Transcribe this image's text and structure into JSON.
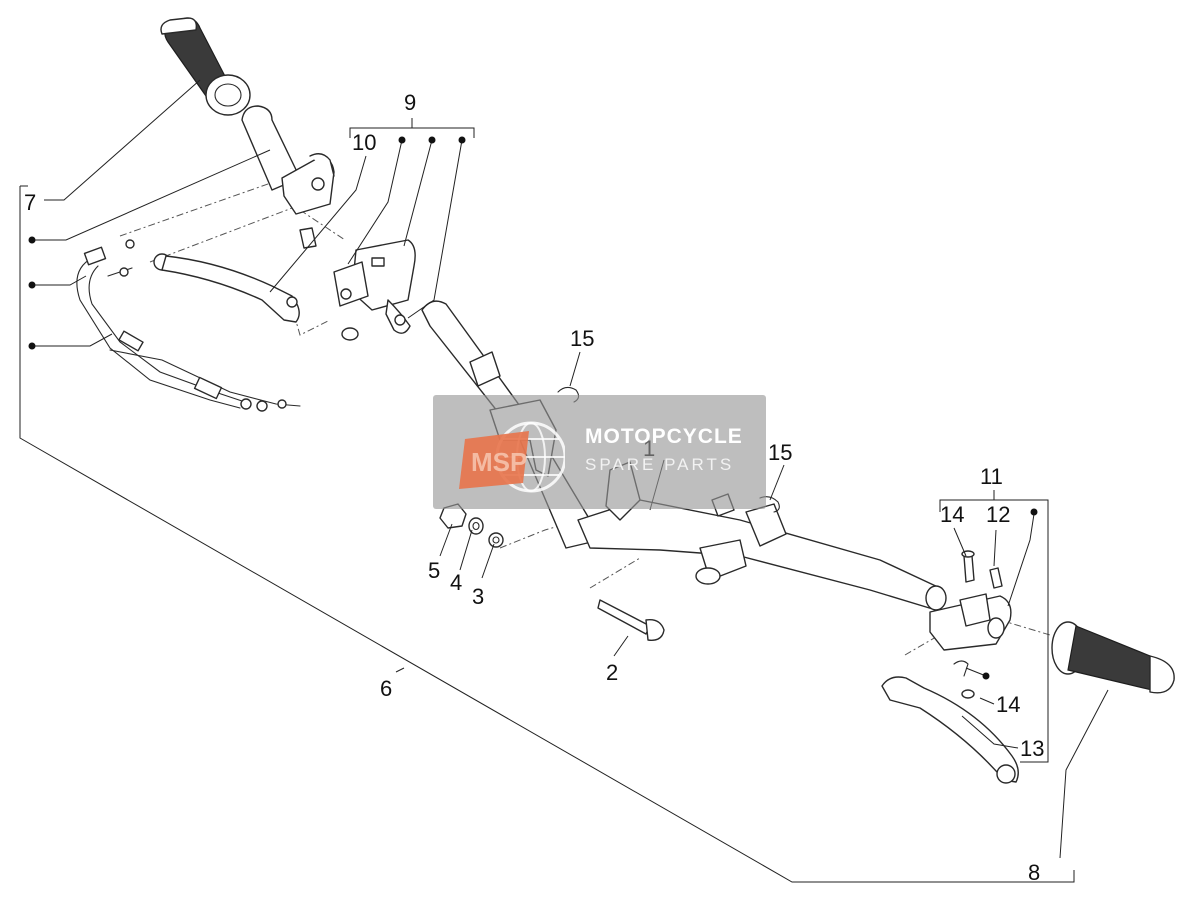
{
  "callouts": {
    "c1": "1",
    "c2": "2",
    "c3": "3",
    "c4": "4",
    "c5": "5",
    "c6": "6",
    "c7": "7",
    "c8": "8",
    "c9": "9",
    "c10": "10",
    "c11": "11",
    "c12": "12",
    "c13": "13",
    "c14a": "14",
    "c14b": "14",
    "c15a": "15",
    "c15b": "15"
  },
  "watermark": {
    "brand": "MOTOPCYCLE",
    "sub": "SPARE PARTS",
    "badge_color": "#e8734a"
  }
}
